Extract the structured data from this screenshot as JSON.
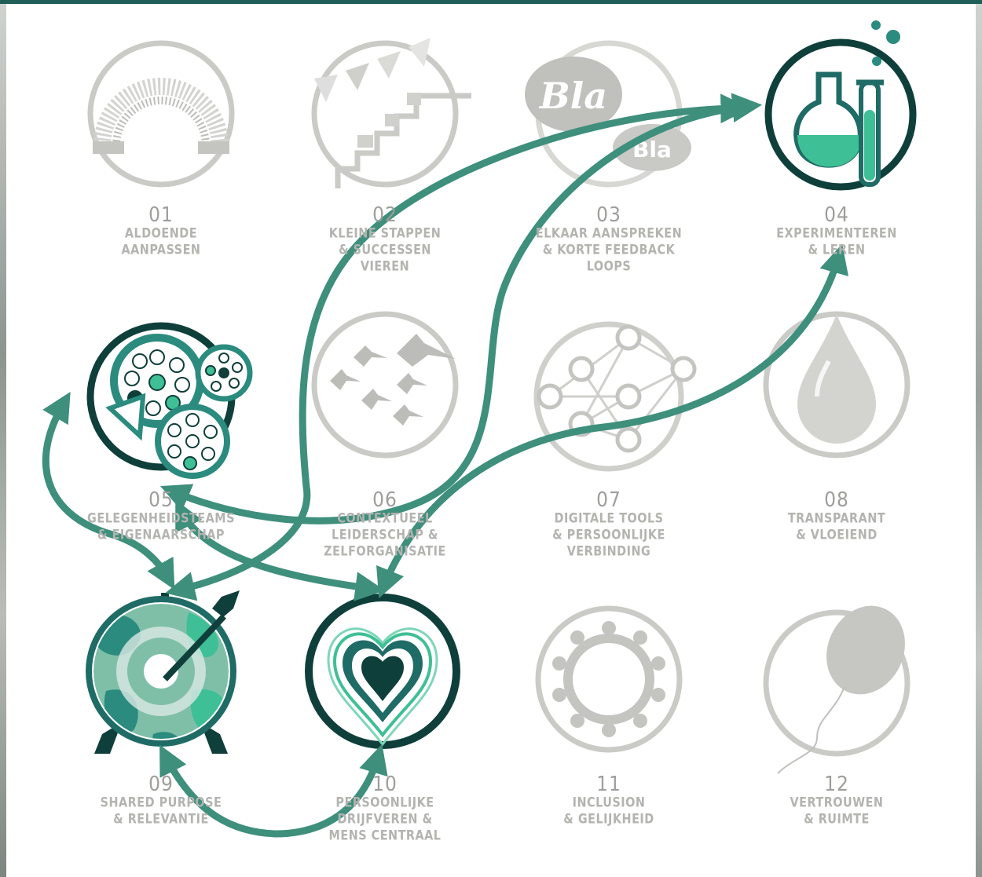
{
  "items": [
    {
      "number": "01",
      "line1": "ALDOENDE",
      "line2": "AANPASSEN",
      "line3": "",
      "highlighted": false
    },
    {
      "number": "02",
      "line1": "KLEINE STAPPEN",
      "line2": "& SUCCESSEN",
      "line3": "VIEREN",
      "highlighted": false
    },
    {
      "number": "03",
      "line1": "ELKAAR AANSPREKEN",
      "line2": "& KORTE FEEDBACK",
      "line3": "LOOPS",
      "highlighted": false
    },
    {
      "number": "04",
      "line1": "EXPERIMENTEREN",
      "line2": "& LEREN",
      "line3": "",
      "highlighted": true,
      "icon": "lab-flask-icon"
    },
    {
      "number": "05",
      "line1": "GELEGENHEIDSTEAMS",
      "line2": "& EIGENAARSCHAP",
      "line3": "",
      "highlighted": true,
      "icon": "gears-teams-icon"
    },
    {
      "number": "06",
      "line1": "CONTEXTUEEL",
      "line2": "LEIDERSCHAP &",
      "line3": "ZELFORGANISATIE",
      "highlighted": false
    },
    {
      "number": "07",
      "line1": "DIGITALE TOOLS",
      "line2": "& PERSOONLIJKE",
      "line3": "VERBINDING",
      "highlighted": false
    },
    {
      "number": "08",
      "line1": "TRANSPARANT",
      "line2": "& VLOEIEND",
      "line3": "",
      "highlighted": false
    },
    {
      "number": "09",
      "line1": "SHARED PURPOSE",
      "line2": "& RELEVANTIE",
      "line3": "",
      "highlighted": true,
      "icon": "target-icon"
    },
    {
      "number": "10",
      "line1": "PERSOONLIJKE",
      "line2": "DRIJFVEREN &",
      "line3": "MENS CENTRAAL",
      "highlighted": true,
      "icon": "heart-icon"
    },
    {
      "number": "11",
      "line1": "INCLUSION",
      "line2": "& GELIJKHEID",
      "line3": "",
      "highlighted": false
    },
    {
      "number": "12",
      "line1": "VERTROUWEN",
      "line2": "& RUIMTE",
      "line3": "",
      "highlighted": false
    }
  ],
  "connections": [
    {
      "from": "04",
      "to": "09"
    },
    {
      "from": "04",
      "to": "05"
    },
    {
      "from": "04",
      "to": "10"
    },
    {
      "from": "05",
      "to": "09"
    },
    {
      "from": "05",
      "to": "10"
    },
    {
      "from": "09",
      "to": "10"
    }
  ],
  "colors": {
    "arrow": "#3e8f7c",
    "dark_teal": "#0f3f3b",
    "mint": "#3fbf95",
    "grey_icon": "#c9c9c6",
    "label_grey": "#b3b3b0"
  }
}
